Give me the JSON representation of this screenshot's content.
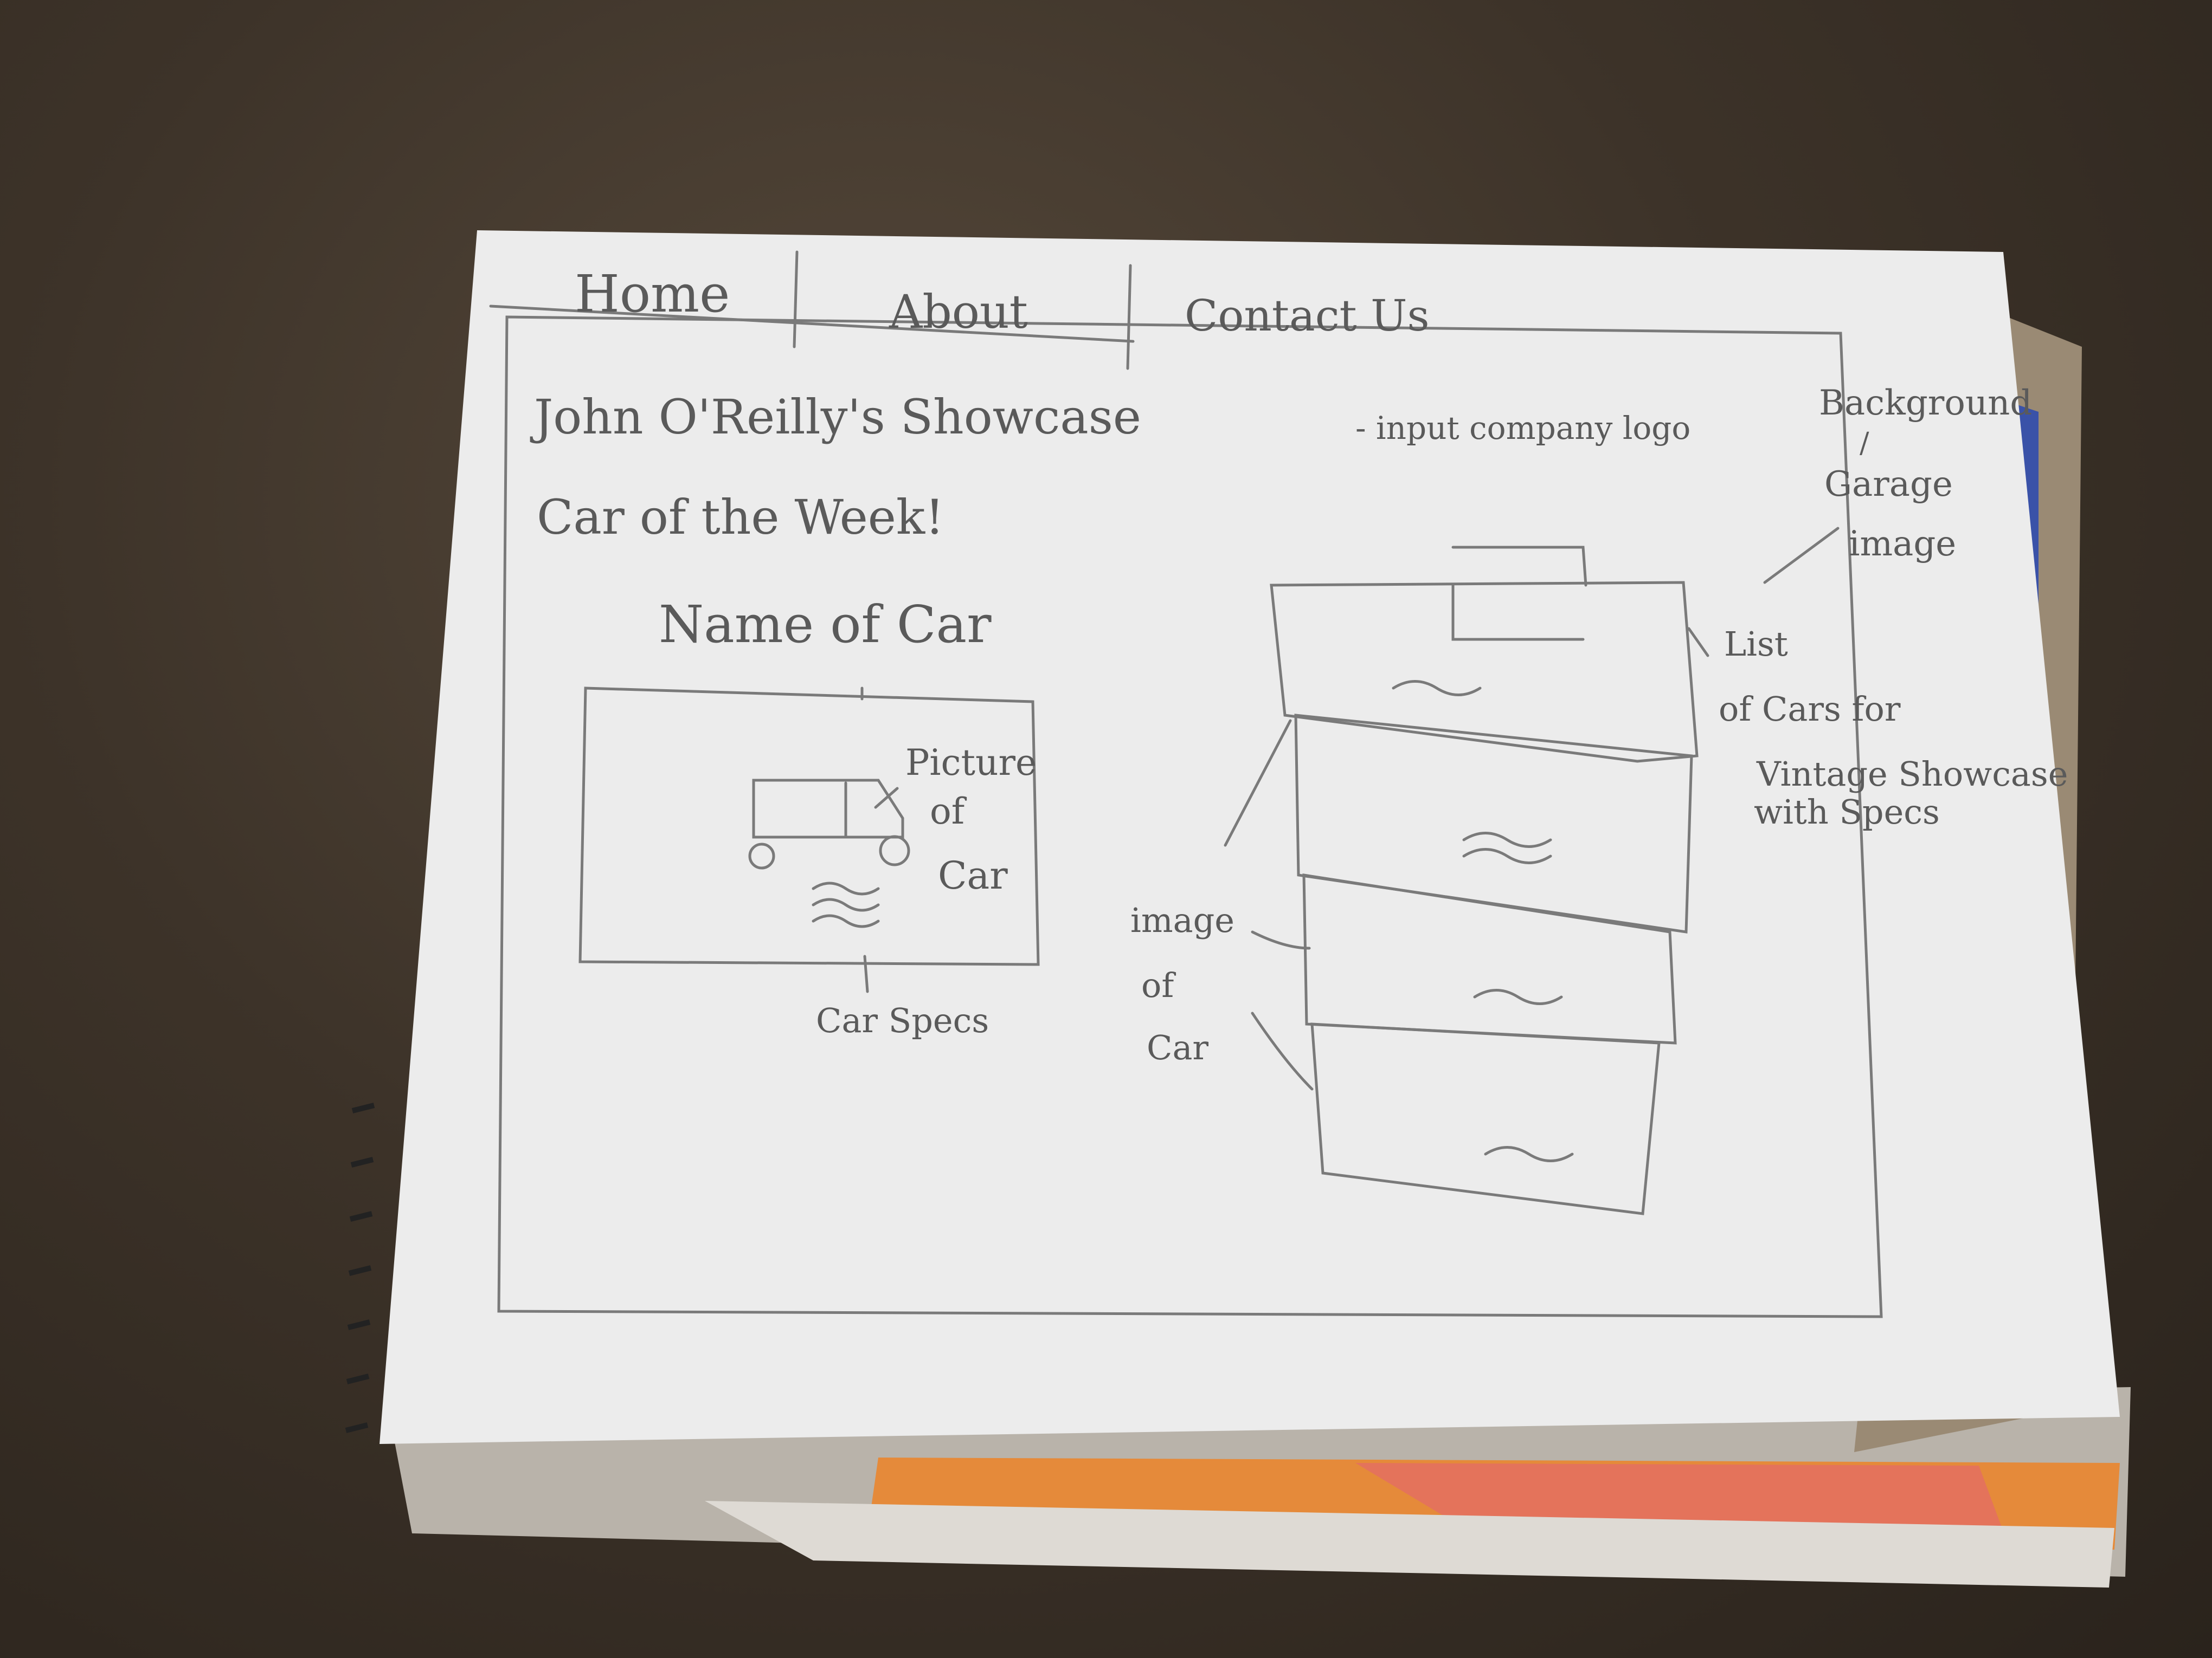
{
  "nav": {
    "items": [
      {
        "label": "Home"
      },
      {
        "label": "About"
      },
      {
        "label": "Contact Us"
      }
    ]
  },
  "header": {
    "title_line1": "John O'Reilly's Showcase",
    "logo_note": "- input company logo",
    "title_line2": "Car of the Week!"
  },
  "featured": {
    "name_label": "Name of Car",
    "picture_label_lines": [
      "Picture",
      "of",
      "Car"
    ],
    "specs_label": "Car Specs"
  },
  "list": {
    "image_label_lines": [
      "image",
      "of",
      "Car"
    ],
    "list_note_lines": [
      "List",
      "of Cars for",
      "Vintage Showcase",
      "with Specs"
    ]
  },
  "background_note_lines": [
    "Background",
    "/",
    "Garage",
    "image"
  ],
  "colors": {
    "paper": "#ececec",
    "pencil": "#6f6f6f",
    "fabric": "#3d3329"
  }
}
